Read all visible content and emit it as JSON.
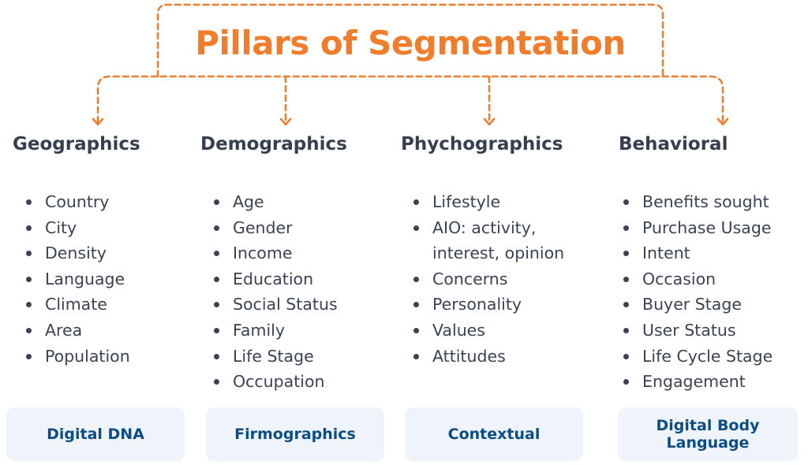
{
  "title": "Pillars of Segmentation",
  "colors": {
    "accent": "#f07d2b",
    "heading": "#363f4f",
    "text": "#3a4352",
    "pill_bg": "#eef4fa",
    "pill_text": "#0d4d86"
  },
  "pillars": [
    {
      "title": "Geographics",
      "items": [
        "Country",
        "City",
        "Density",
        "Language",
        "Climate",
        "Area",
        "Population"
      ],
      "badge": "Digital DNA"
    },
    {
      "title": "Demographics",
      "items": [
        "Age",
        "Gender",
        "Income",
        "Education",
        "Social Status",
        "Family",
        "Life Stage",
        "Occupation"
      ],
      "badge": "Firmographics"
    },
    {
      "title": "Phychographics",
      "items": [
        "Lifestyle",
        "AIO: activity,",
        "interest, opinion",
        "Concerns",
        "Personality",
        "Values",
        "Attitudes"
      ],
      "badge": "Contextual"
    },
    {
      "title": "Behavioral",
      "items": [
        "Benefits sought",
        "Purchase Usage",
        "Intent",
        "Occasion",
        "Buyer Stage",
        "User Status",
        "Life Cycle Stage",
        "Engagement"
      ],
      "badge": "Digital Body Language"
    }
  ]
}
